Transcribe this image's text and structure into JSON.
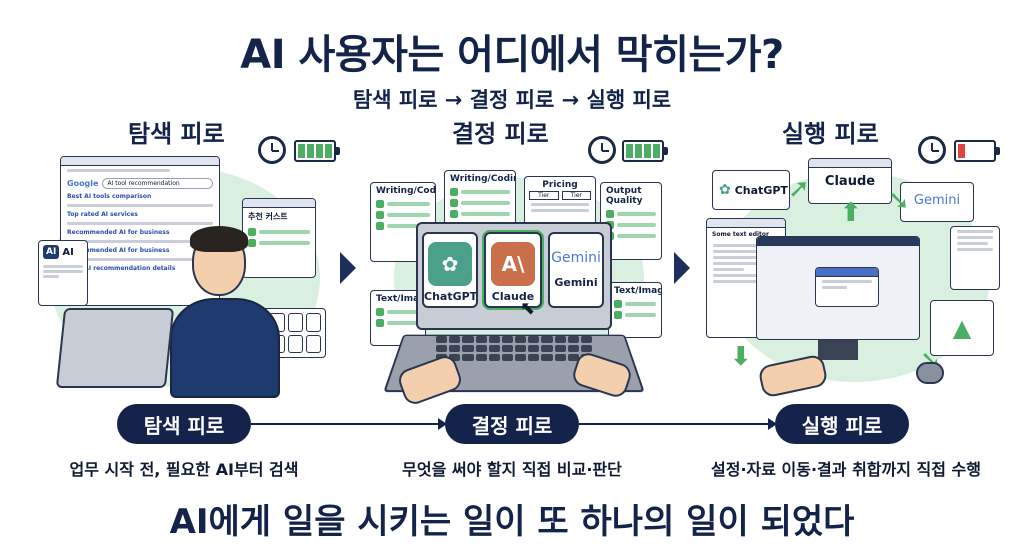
{
  "title": "AI 사용자는 어디에서 막히는가?",
  "subtitle": "탐색 피로 → 결정 피로 → 실행 피로",
  "panels": [
    {
      "heading": "탐색 피로",
      "pill": "탐색 피로",
      "caption": "업무 시작 전, 필요한 AI부터 검색",
      "battery": "high",
      "browser": {
        "search_logo": "Google",
        "search_query": "AI tool recommendation",
        "results": [
          "Best AI tools comparison",
          "Top rated AI services",
          "Recommended AI for business",
          "Recommended AI for business",
          "Best AI recommendation details"
        ]
      },
      "card_ai": "AI",
      "recommend_label": "추천 커스트"
    },
    {
      "heading": "결정 피로",
      "pill": "결정 피로",
      "caption": "무엇을 써야 할지 직접 비교·판단",
      "battery": "high",
      "cards": [
        "Writing/Coding",
        "Writing/Coding",
        "Pricing",
        "Output Quality",
        "Text/Image",
        "Text/Image"
      ],
      "pricing_tiers": [
        "Tier",
        "Tier"
      ],
      "tools": [
        "ChatGPT",
        "Claude",
        "Gemini"
      ]
    },
    {
      "heading": "실행 피로",
      "pill": "실행 피로",
      "caption": "설정·자료 이동·결과 취합까지 직접 수행",
      "battery": "low",
      "tools": [
        "ChatGPT",
        "Claude",
        "Gemini"
      ],
      "doc_label": "Some text editor"
    }
  ],
  "bottom_text": "AI에게 일을 시키는 일이 또 하나의 일이 되었다",
  "colors": {
    "navy": "#14234a",
    "green": "#4cae62",
    "mint_background": "#d9efe0",
    "battery_low": "#e0443c",
    "chatgpt": "#4aa08a",
    "claude": "#c96f4a",
    "gemini": "#4a78d6"
  }
}
